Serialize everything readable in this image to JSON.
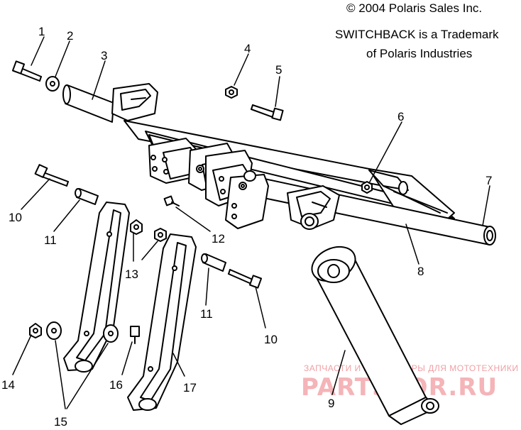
{
  "copyright": "© 2004 Polaris Sales Inc.",
  "trademark_line1": "SWITCHBACK is a Trademark",
  "trademark_line2": "of Polaris Industries",
  "watermark_small": "ЗАПЧАСТИ И АКСЕССУАРЫ ДЛЯ МОТОТЕХНИКИ",
  "watermark_big": "PARTSFOR.RU",
  "callouts": [
    "1",
    "2",
    "3",
    "4",
    "5",
    "6",
    "7",
    "8",
    "9",
    "10",
    "11",
    "12",
    "13",
    "14",
    "15",
    "16",
    "17"
  ]
}
